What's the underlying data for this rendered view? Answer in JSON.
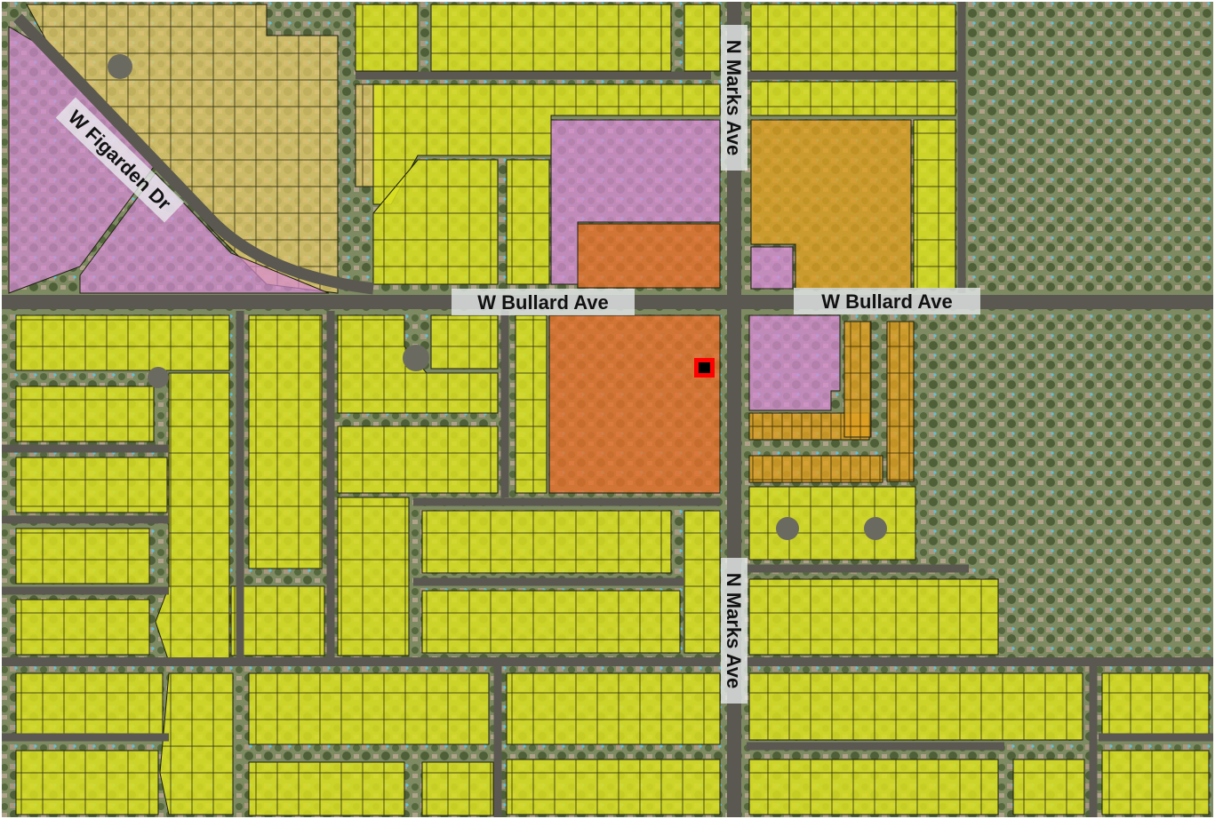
{
  "streets": {
    "figarden": "W Figarden Dr",
    "bullard_west": "W Bullard Ave",
    "bullard_east": "W Bullard Ave",
    "marks_north": "N Marks Ave",
    "marks_south": "N Marks Ave"
  },
  "legend_colors": {
    "residential_low": "#d9e021",
    "residential_low_aerial": "#e6c96a",
    "residential_medium": "#e0a020",
    "commercial_office": "#d98cd9",
    "commercial_retail": "#e8702a",
    "subject_marker": "#ff0000"
  }
}
